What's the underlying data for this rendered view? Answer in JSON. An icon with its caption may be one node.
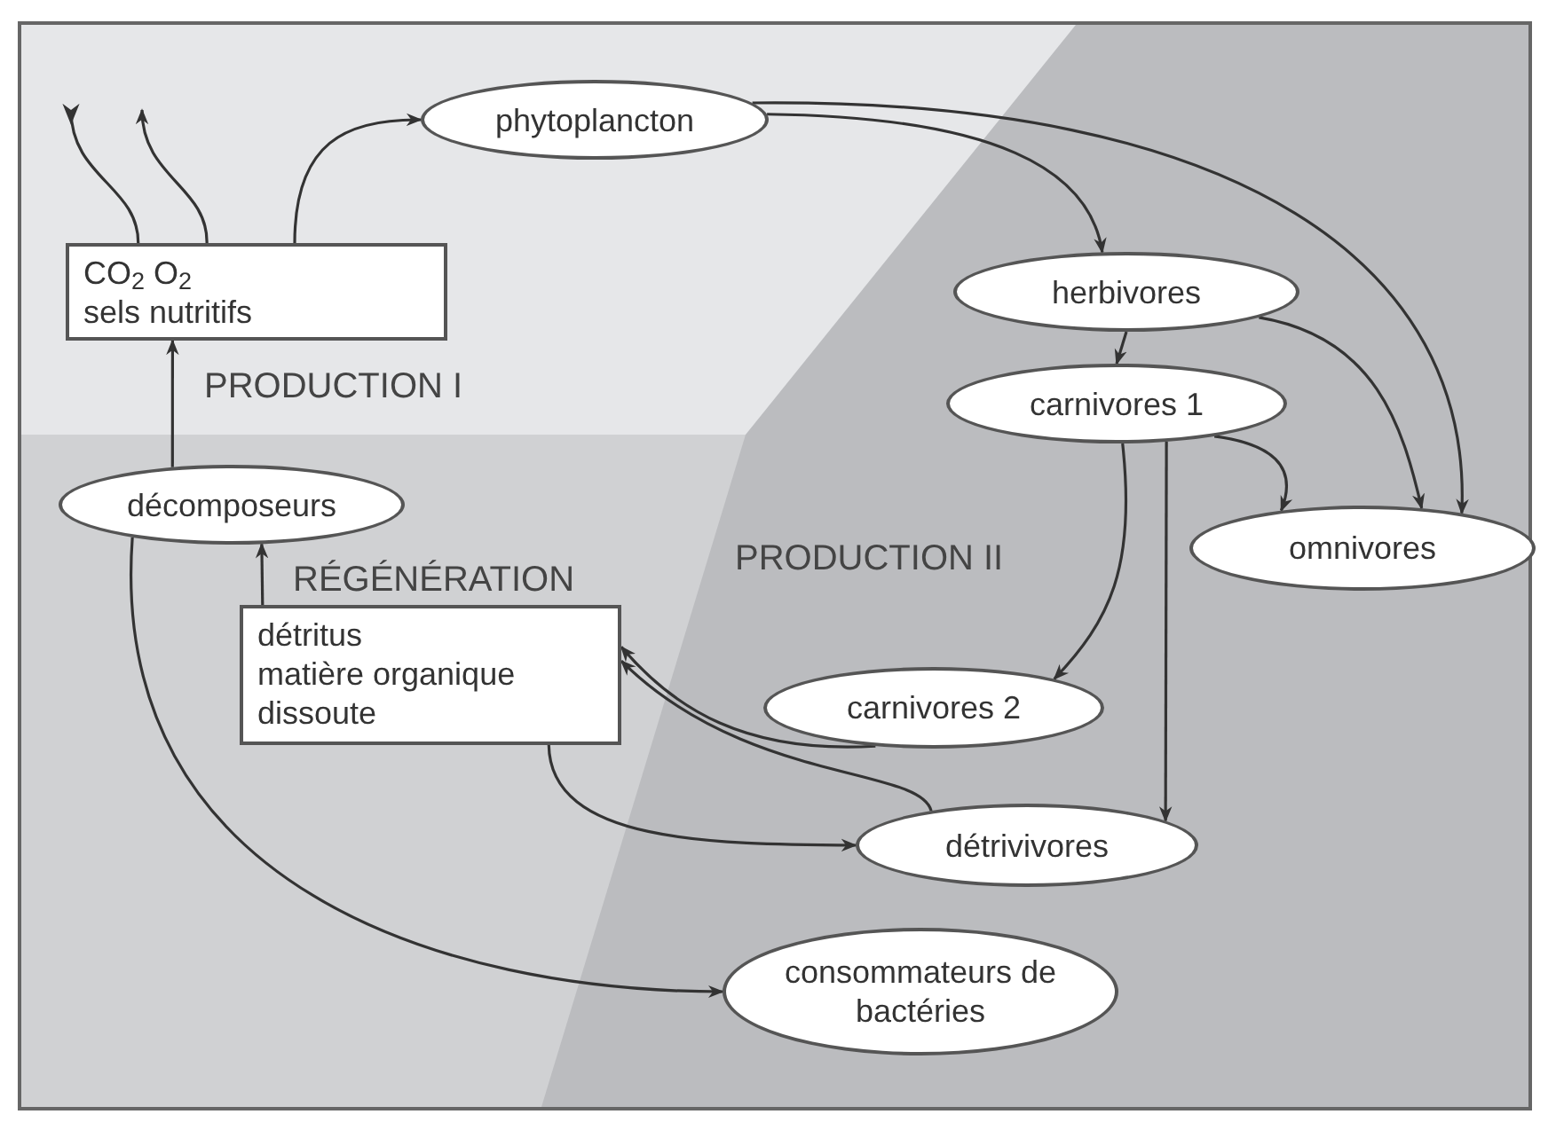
{
  "diagram": {
    "nodes": [
      {
        "text": [
          "CO$_{2}$ O$_{2}$",
          "sels nutritifs"
        ]
      },
      {
        "text": [
          "phytoplancton"
        ]
      },
      {
        "text": [
          "herbivores"
        ]
      },
      {
        "text": [
          "carnivores 1"
        ]
      },
      {
        "text": [
          "omnivores"
        ]
      },
      {
        "text": [
          "décomposeurs"
        ]
      },
      {
        "text": [
          "détritus",
          "matière organique dissoute"
        ]
      },
      {
        "text": [
          "carnivores 2"
        ]
      },
      {
        "text": [
          "détrivivores"
        ]
      },
      {
        "text": [
          "consommateurs de bactéries"
        ]
      }
    ],
    "edges": [
      {
        "from": 0,
        "to": null,
        "arrow": "to"
      },
      {
        "from": 0,
        "to": null,
        "arrow": "to"
      },
      {
        "from": 0,
        "to": 1,
        "arrow": "to"
      },
      {
        "from": 1,
        "to": 2,
        "arrow": "to"
      },
      {
        "from": 1,
        "to": 4,
        "arrow": "to"
      },
      {
        "from": 2,
        "to": 3,
        "arrow": "to"
      },
      {
        "from": 2,
        "to": 4,
        "arrow": "to"
      },
      {
        "from": 3,
        "to": 4,
        "arrow": "to"
      },
      {
        "from": 3,
        "to": 7,
        "arrow": "to"
      },
      {
        "from": 3,
        "to": 8,
        "arrow": "to"
      },
      {
        "from": 5,
        "to": 0,
        "arrow": "to"
      },
      {
        "from": 6,
        "to": 5,
        "arrow": "to"
      },
      {
        "from": 7,
        "to": 6,
        "arrow": "to"
      },
      {
        "from": 8,
        "to": 6,
        "arrow": "to"
      },
      {
        "from": 6,
        "to": 8,
        "arrow": "to"
      },
      {
        "from": 5,
        "to": 9,
        "arrow": "to"
      }
    ],
    "labels": [
      "PRODUCTION I",
      "RÉGÉNÉRATION",
      "PRODUCTION II"
    ]
  }
}
